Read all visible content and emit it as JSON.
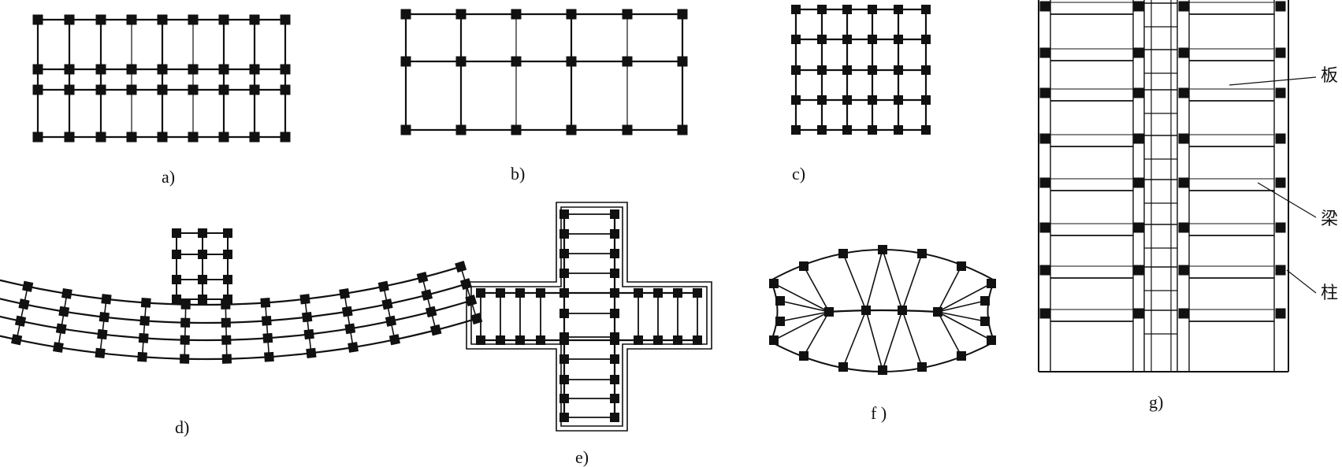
{
  "diagram": {
    "labels": {
      "a": "a)",
      "b": "b)",
      "c": "c)",
      "d": "d)",
      "e": "e)",
      "f": "f )",
      "g": "g)"
    },
    "callouts": {
      "slab": "板",
      "beam": "梁",
      "column": "柱"
    },
    "colors": {
      "ink": "#111111",
      "background": "#ffffff"
    }
  }
}
